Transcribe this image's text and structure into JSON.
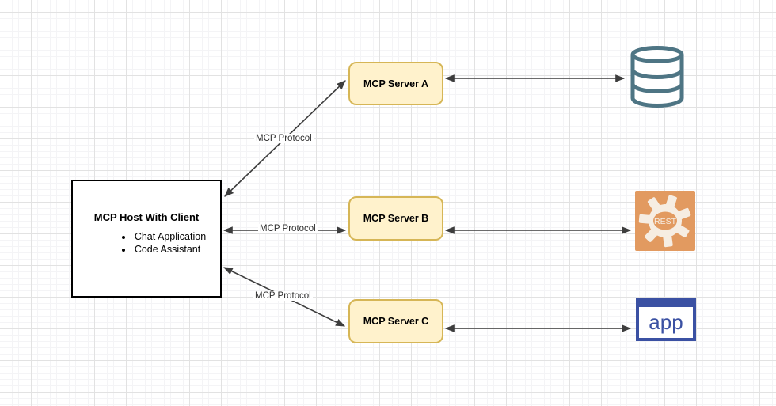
{
  "diagram": {
    "host": {
      "title": "MCP Host With Client",
      "bullets": [
        "Chat Application",
        "Code Assistant"
      ]
    },
    "servers": [
      {
        "label": "MCP Server A"
      },
      {
        "label": "MCP Server B"
      },
      {
        "label": "MCP Server C"
      }
    ],
    "edges": {
      "host_server_a_label": "MCP Protocol",
      "host_server_b_label": "MCP Protocol",
      "host_server_c_label": "MCP Protocol"
    },
    "icons": {
      "database": {
        "name": "database-icon"
      },
      "rest": {
        "label": "REST"
      },
      "app": {
        "label": "app"
      }
    },
    "colors": {
      "server_fill": "#FFF2CC",
      "server_border": "#D6B656",
      "host_border": "#000000",
      "arrow": "#3D3D3D",
      "database_stroke": "#4E7584",
      "rest_tile": "#E29A60",
      "rest_gear": "#F6EDE2",
      "app_blue": "#3B51A3"
    }
  }
}
